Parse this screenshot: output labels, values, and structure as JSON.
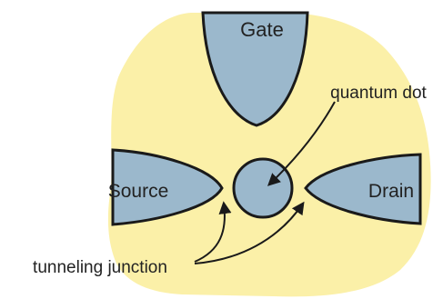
{
  "labels": {
    "gate": "Gate",
    "source": "Source",
    "drain": "Drain",
    "quantum_dot": "quantum dot",
    "tunneling_junction": "tunneling junction"
  },
  "colors": {
    "background_region": "#fbf0a8",
    "electrode": "#9bb8cc",
    "outline": "#1a1a1a",
    "text": "#222222"
  }
}
